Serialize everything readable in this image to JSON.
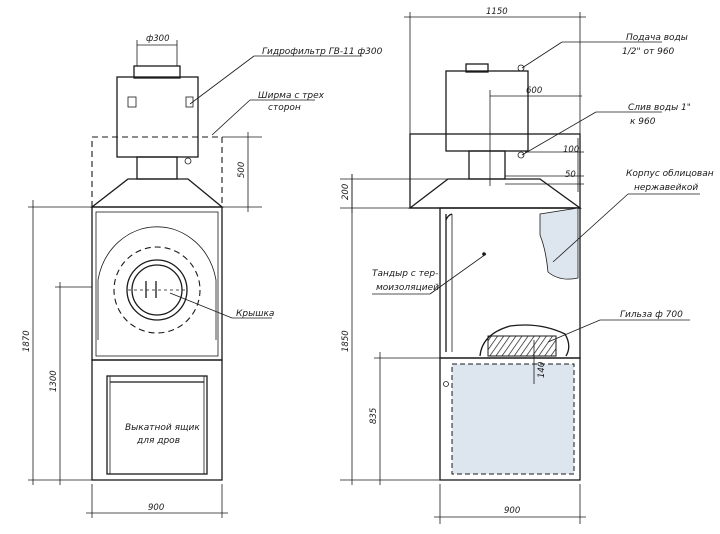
{
  "colors": {
    "line": "#1a1a1a",
    "tint": "#dde6ef"
  },
  "front": {
    "pipe_diameter": "ф300",
    "label_filter": "Гидрофильтр ГВ-11 ф300",
    "label_screen_line1": "Ширма с трех",
    "label_screen_line2": "сторон",
    "label_lid": "Крышка",
    "label_drawer_line1": "Выкатной ящик",
    "label_drawer_line2": "для дров",
    "dim_500": "500",
    "dim_1870": "1870",
    "dim_1300": "1300",
    "dim_900": "900"
  },
  "side": {
    "dim_1150": "1150",
    "label_water_line1": "Подача воды",
    "label_water_line2": "1/2\" от 960",
    "dim_600": "600",
    "label_drain_line1": "Слив воды 1\"",
    "label_drain_line2": "к 960",
    "dim_100": "100",
    "dim_50": "50",
    "label_casing_line1": "Корпус облицован",
    "label_casing_line2": "нержавейкой",
    "dim_200": "200",
    "label_tandoor_line1": "Тандыр с тер-",
    "label_tandoor_line2": "моизоляцией",
    "label_sleeve": "Гильза ф 700",
    "dim_1850": "1850",
    "dim_140": "140",
    "dim_835": "835",
    "dim_900": "900"
  }
}
